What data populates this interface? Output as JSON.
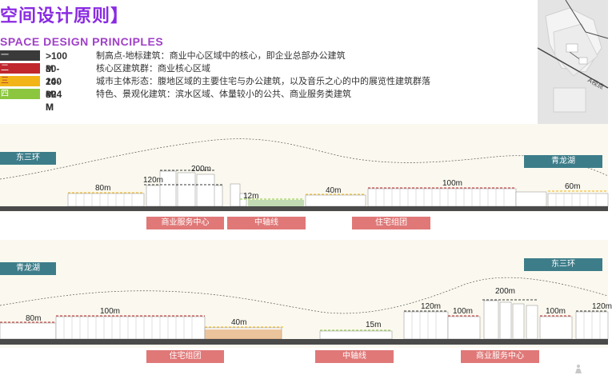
{
  "header": {
    "title_cn": "空间设计原则】",
    "title_en": "SPACE DESIGN PRINCIPLES"
  },
  "legend": [
    {
      "tier": "一",
      "height": ">100 M",
      "desc": "制高点-地标建筑：商业中心区域中的核心，即企业总部办公建筑",
      "color": "#3a3a3a"
    },
    {
      "tier": "二",
      "height": "80-100 M",
      "desc": "核心区建筑群：商业核心区域",
      "color": "#c0282d"
    },
    {
      "tier": "三",
      "height": "24-80 M",
      "desc": "城市主体形态：腹地区域的主要住宅与办公建筑，以及音乐之心的中的展览性建筑群落",
      "color": "#f2b417"
    },
    {
      "tier": "四",
      "height": "<24 M",
      "desc": "特色、景观化建筑：滨水区域、体量较小的公共、商业服务类建筑",
      "color": "#8cc63f"
    }
  ],
  "map": {
    "label": "A视点"
  },
  "section1": {
    "left_tag": "东三环",
    "right_tag": "青龙湖",
    "heights": [
      "80m",
      "120m",
      "200m",
      "12m",
      "40m",
      "100m",
      "60m"
    ],
    "zones": [
      "商业服务中心",
      "中轴线",
      "住宅组团"
    ]
  },
  "section2": {
    "left_tag": "青龙湖",
    "right_tag": "东三环",
    "heights": [
      "80m",
      "100m",
      "40m",
      "15m",
      "120m",
      "100m",
      "200m",
      "100m",
      "120m"
    ],
    "zones": [
      "住宅组团",
      "中轴线",
      "商业服务中心"
    ]
  },
  "colors": {
    "accent": "#8a2be2",
    "tag_dark": "#3d7d8a",
    "tag_red": "#e07878",
    "ground": "#4a4a4a"
  },
  "icons": {
    "corner": "person-icon"
  }
}
